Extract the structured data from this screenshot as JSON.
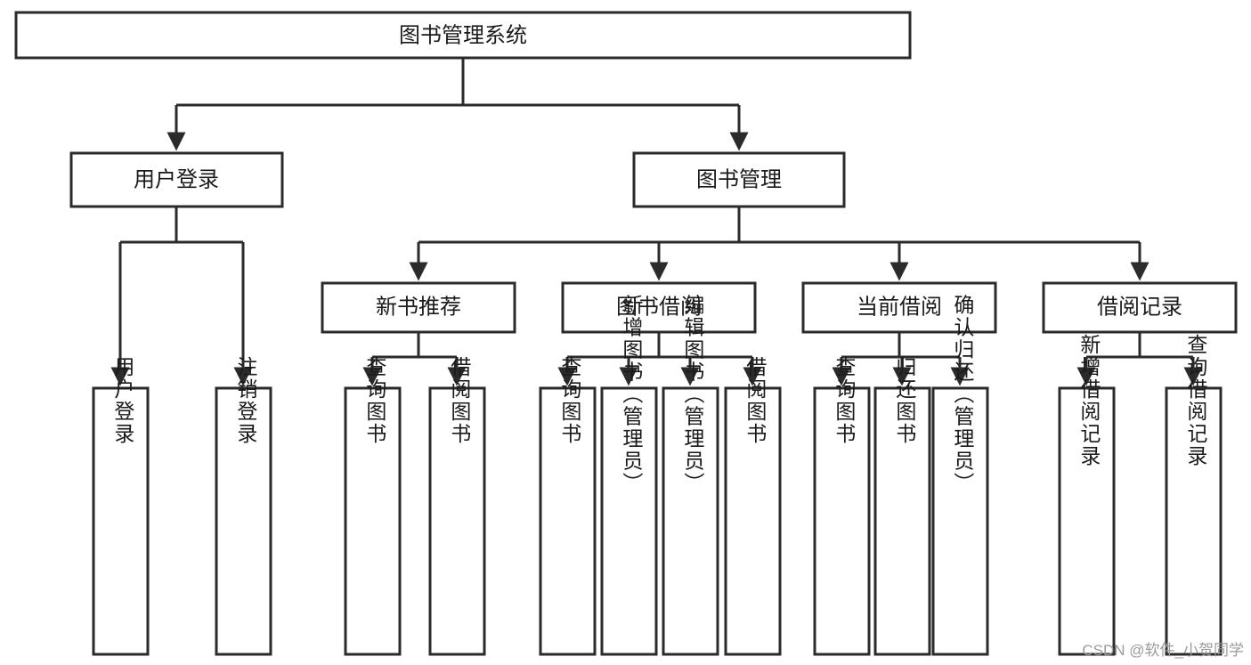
{
  "diagram": {
    "type": "tree-hierarchy-chart",
    "title": "图书管理系统",
    "watermark": "CSDN @软件_小贺同学",
    "colors": {
      "box_stroke": "#2b2b2b",
      "box_fill": "#ffffff",
      "connector": "#2b2b2b",
      "text": "#1a1a1a",
      "watermark": "#9b9b9b",
      "background": "#ffffff"
    },
    "levels": {
      "root": {
        "label": "图书管理系统"
      },
      "level2": [
        {
          "id": "user-login",
          "label": "用户登录"
        },
        {
          "id": "book-management",
          "label": "图书管理"
        }
      ],
      "level3": [
        {
          "id": "new-book-recommend",
          "label": "新书推荐",
          "parent": "book-management"
        },
        {
          "id": "book-borrow",
          "label": "图书借阅",
          "parent": "book-management"
        },
        {
          "id": "current-borrow",
          "label": "当前借阅",
          "parent": "book-management"
        },
        {
          "id": "borrow-record",
          "label": "借阅记录",
          "parent": "book-management"
        }
      ],
      "leaves": [
        {
          "id": "leaf-user-login",
          "label": "用户登录",
          "parent": "user-login"
        },
        {
          "id": "leaf-logout-login",
          "label": "注销登录",
          "parent": "user-login"
        },
        {
          "id": "leaf-query-book-1",
          "label": "查询图书",
          "parent": "new-book-recommend"
        },
        {
          "id": "leaf-borrow-book-1",
          "label": "借阅图书",
          "parent": "new-book-recommend"
        },
        {
          "id": "leaf-query-book-2",
          "label": "查询图书",
          "parent": "book-borrow"
        },
        {
          "id": "leaf-add-book",
          "label": "新增图书（管理员）",
          "parent": "book-borrow"
        },
        {
          "id": "leaf-edit-book",
          "label": "编辑图书（管理员）",
          "parent": "book-borrow"
        },
        {
          "id": "leaf-borrow-book-2",
          "label": "借阅图书",
          "parent": "book-borrow"
        },
        {
          "id": "leaf-query-book-3",
          "label": "查询图书",
          "parent": "current-borrow"
        },
        {
          "id": "leaf-return-book",
          "label": "归还图书",
          "parent": "current-borrow"
        },
        {
          "id": "leaf-confirm-return",
          "label": "确认归还（管理员）",
          "parent": "current-borrow"
        },
        {
          "id": "leaf-add-record",
          "label": "新增借阅记录",
          "parent": "borrow-record"
        },
        {
          "id": "leaf-query-record",
          "label": "查询借阅记录",
          "parent": "borrow-record"
        }
      ]
    }
  }
}
